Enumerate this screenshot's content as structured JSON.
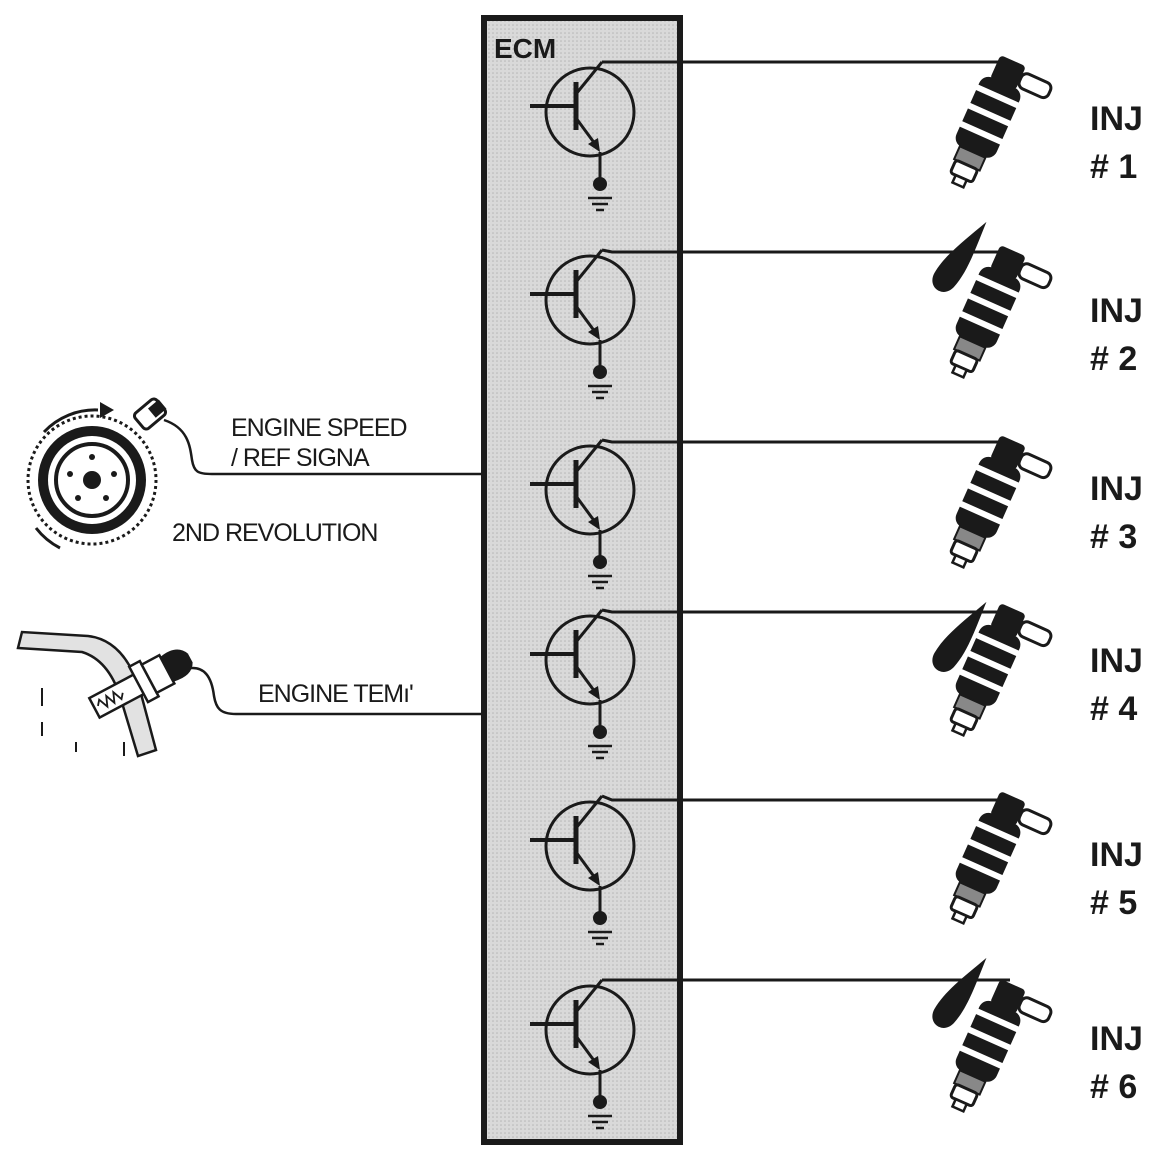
{
  "ecm": {
    "label": "ECM"
  },
  "inputs": {
    "speed_line1": "ENGINE SPEED",
    "speed_line2": "/ REF SIGNA",
    "revolution": "2ND REVOLUTION",
    "temp": "ENGINE TEMı'"
  },
  "injectors": [
    {
      "name": "INJ",
      "number": "# 1",
      "spraying": true
    },
    {
      "name": "INJ",
      "number": "# 2",
      "spraying": false
    },
    {
      "name": "INJ",
      "number": "# 3",
      "spraying": true
    },
    {
      "name": "INJ",
      "number": "# 4",
      "spraying": false
    },
    {
      "name": "INJ",
      "number": "# 5",
      "spraying": true
    },
    {
      "name": "INJ",
      "number": "# 6",
      "spraying": false
    }
  ],
  "colors": {
    "ecm_fill": "#d4d4d4",
    "ink": "#1a1a1a"
  }
}
